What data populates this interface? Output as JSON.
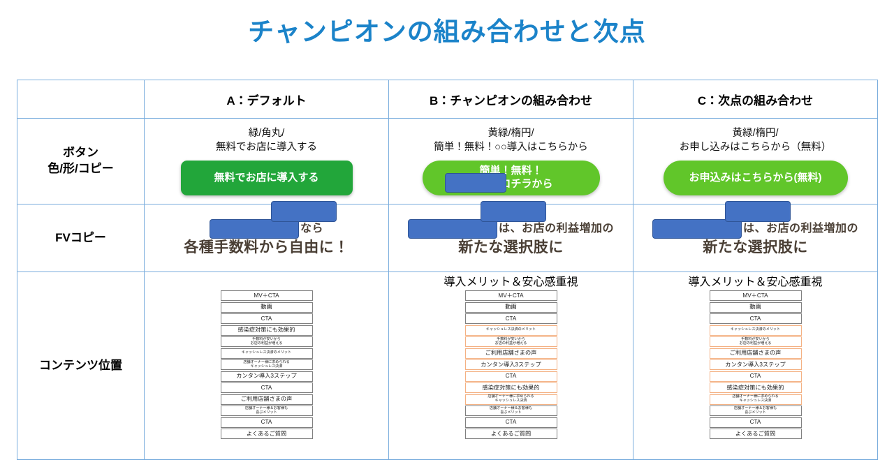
{
  "slide": {
    "title": "チャンピオンの組み合わせと次点",
    "title_color": "#1b83c9"
  },
  "colors": {
    "table_border": "#7aaddd",
    "green_button": "#22a63a",
    "yellowgreen_button": "#61c62a",
    "redaction_blue": "#4472c4",
    "highlight_orange": "#f4b183",
    "item_border_gray": "#808080"
  },
  "table": {
    "columns": [
      {
        "key": "label",
        "label": ""
      },
      {
        "key": "a",
        "label": "A：デフォルト"
      },
      {
        "key": "b",
        "label": "B：チャンピオンの組み合わせ"
      },
      {
        "key": "c",
        "label": "C：次点の組み合わせ"
      }
    ],
    "rows": {
      "button": {
        "label": "ボタン\n色/形/コピー",
        "a": {
          "spec": "緑/角丸/\n無料でお店に導入する",
          "button_label": "無料でお店に導入する",
          "button_shape": "rounded-rect",
          "button_color": "#22a63a",
          "redacted": false
        },
        "b": {
          "spec": "黄緑/楕円/\n簡単！無料！○○導入はこちらから",
          "button_label": "簡単！無料！\n導入はコチラから",
          "button_shape": "pill",
          "button_color": "#61c62a",
          "redacted": true
        },
        "c": {
          "spec": "黄緑/楕円/\nお申し込みはこちらから（無料）",
          "button_label": "お申込みはこちらから(無料)",
          "button_shape": "pill",
          "button_color": "#61c62a",
          "redacted": false
        }
      },
      "fv": {
        "label": "FVコピー",
        "a": {
          "line1_suffix": "なら",
          "line2": "各種手数料から自由に！",
          "redaction_boxes": 2
        },
        "b": {
          "line1_suffix": "は、お店の利益増加の",
          "line2": "新たな選択肢に",
          "redaction_boxes": 2
        },
        "c": {
          "line1_suffix": "は、お店の利益増加の",
          "line2": "新たな選択肢に",
          "redaction_boxes": 2
        }
      },
      "content": {
        "label": "コンテンツ位置",
        "a": {
          "heading": "",
          "items": [
            {
              "text": "MV＋CTA",
              "size": "lg",
              "highlight": false
            },
            {
              "text": "動画",
              "size": "lg",
              "highlight": false
            },
            {
              "text": "CTA",
              "size": "lg",
              "highlight": false
            },
            {
              "text": "感染症対策にも効果的",
              "size": "lg",
              "highlight": false
            },
            {
              "text": "手数料が安いから\nお店の利益が増える",
              "size": "sm",
              "highlight": false
            },
            {
              "text": "キャッシュレス決済のメリット",
              "size": "sm",
              "highlight": false
            },
            {
              "text": "店舗オーナー様に求められる\nキャッシュレス決済",
              "size": "sm",
              "highlight": false
            },
            {
              "text": "カンタン導入3ステップ",
              "size": "lg",
              "highlight": false
            },
            {
              "text": "CTA",
              "size": "lg",
              "highlight": false
            },
            {
              "text": "ご利用店舗さまの声",
              "size": "lg",
              "highlight": false
            },
            {
              "text": "店舗オーナー様＆お客様も\n喜ぶメリット",
              "size": "sm",
              "highlight": false
            },
            {
              "text": "CTA",
              "size": "lg",
              "highlight": false
            },
            {
              "text": "よくあるご質問",
              "size": "lg",
              "highlight": false
            }
          ]
        },
        "b": {
          "heading": "導入メリット＆安心感重視",
          "items": [
            {
              "text": "MV＋CTA",
              "size": "lg",
              "highlight": false
            },
            {
              "text": "動画",
              "size": "lg",
              "highlight": false
            },
            {
              "text": "CTA",
              "size": "lg",
              "highlight": false
            },
            {
              "text": "キャッシュレス決済のメリット",
              "size": "sm",
              "highlight": true
            },
            {
              "text": "手数料が安いから\nお店の利益が増える",
              "size": "sm",
              "highlight": true
            },
            {
              "text": "ご利用店舗さまの声",
              "size": "lg",
              "highlight": true
            },
            {
              "text": "カンタン導入3ステップ",
              "size": "lg",
              "highlight": true
            },
            {
              "text": "CTA",
              "size": "lg",
              "highlight": true
            },
            {
              "text": "感染症対策にも効果的",
              "size": "lg",
              "highlight": true
            },
            {
              "text": "店舗オーナー様に求められる\nキャッシュレス決済",
              "size": "sm",
              "highlight": true
            },
            {
              "text": "店舗オーナー様＆お客様も\n喜ぶメリット",
              "size": "sm",
              "highlight": false
            },
            {
              "text": "CTA",
              "size": "lg",
              "highlight": false
            },
            {
              "text": "よくあるご質問",
              "size": "lg",
              "highlight": false
            }
          ]
        },
        "c": {
          "heading": "導入メリット＆安心感重視",
          "items": [
            {
              "text": "MV＋CTA",
              "size": "lg",
              "highlight": false
            },
            {
              "text": "動画",
              "size": "lg",
              "highlight": false
            },
            {
              "text": "CTA",
              "size": "lg",
              "highlight": false
            },
            {
              "text": "キャッシュレス決済のメリット",
              "size": "sm",
              "highlight": true
            },
            {
              "text": "手数料が安いから\nお店の利益が増える",
              "size": "sm",
              "highlight": true
            },
            {
              "text": "ご利用店舗さまの声",
              "size": "lg",
              "highlight": true
            },
            {
              "text": "カンタン導入3ステップ",
              "size": "lg",
              "highlight": true
            },
            {
              "text": "CTA",
              "size": "lg",
              "highlight": true
            },
            {
              "text": "感染症対策にも効果的",
              "size": "lg",
              "highlight": true
            },
            {
              "text": "店舗オーナー様に求められる\nキャッシュレス決済",
              "size": "sm",
              "highlight": true
            },
            {
              "text": "店舗オーナー様＆お客様も\n喜ぶメリット",
              "size": "sm",
              "highlight": false
            },
            {
              "text": "CTA",
              "size": "lg",
              "highlight": false
            },
            {
              "text": "よくあるご質問",
              "size": "lg",
              "highlight": false
            }
          ]
        }
      }
    }
  }
}
